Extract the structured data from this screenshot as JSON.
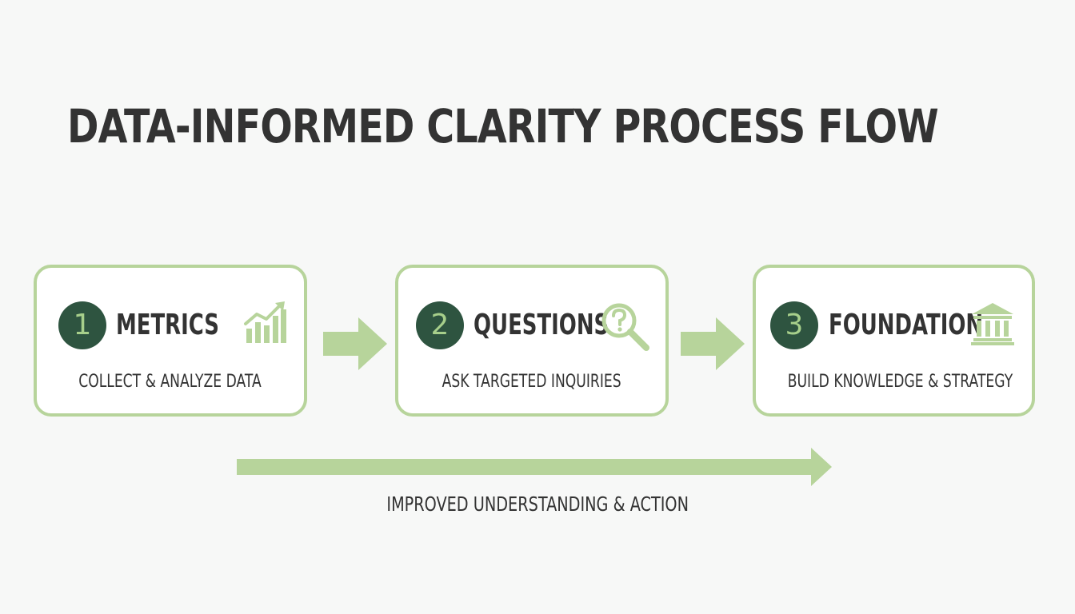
{
  "title": "DATA-INFORMED CLARITY PROCESS FLOW",
  "steps": [
    {
      "number": "1",
      "label": "METRICS",
      "description": "COLLECT & ANALYZE DATA",
      "icon": "bar-chart-growth-icon"
    },
    {
      "number": "2",
      "label": "QUESTIONS",
      "description": "ASK TARGETED INQUIRIES",
      "icon": "magnifier-question-icon"
    },
    {
      "number": "3",
      "label": "FOUNDATION",
      "description": "BUILD KNOWLEDGE & STRATEGY",
      "icon": "institution-building-icon"
    }
  ],
  "outcome": "IMPROVED UNDERSTANDING & ACTION",
  "colors": {
    "accent_light": "#b7d49b",
    "badge_fill": "#2e5440",
    "badge_text": "#a7cf8b",
    "text": "#333333",
    "background": "#f7f8f7"
  }
}
